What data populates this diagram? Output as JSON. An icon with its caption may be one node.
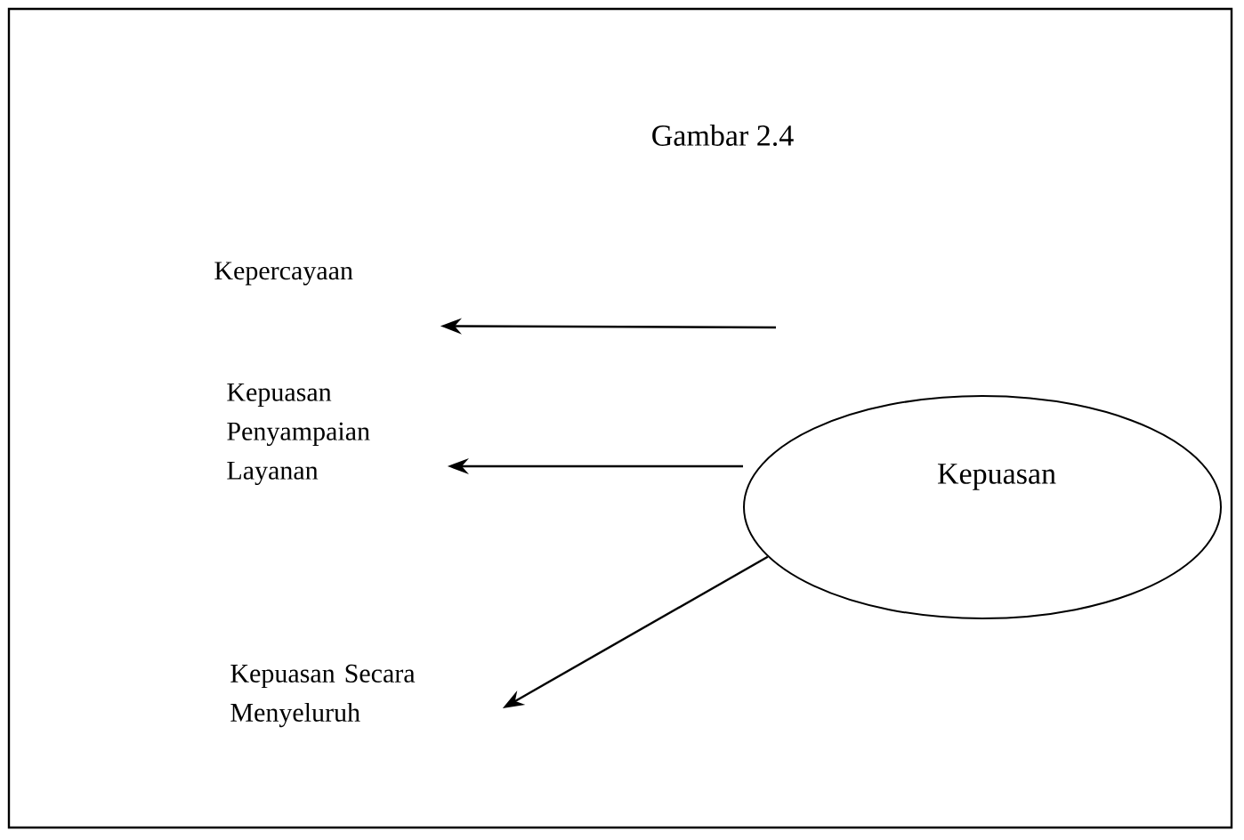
{
  "diagram": {
    "title": "Gambar 2.4",
    "nodes": [
      {
        "text": [
          "Kepercayaan"
        ]
      },
      {
        "text": [
          "Kepuasan Penyampaian Layanan"
        ]
      },
      {
        "text": [
          "Kepuasan Secara Menyeluruh"
        ]
      },
      {
        "text": [
          "Kepuasan"
        ]
      }
    ],
    "edges": [
      {
        "from": null,
        "to": 0,
        "arrow": "to"
      },
      {
        "from": 3,
        "to": 1,
        "arrow": "to"
      },
      {
        "from": 3,
        "to": 2,
        "arrow": "to"
      }
    ]
  }
}
